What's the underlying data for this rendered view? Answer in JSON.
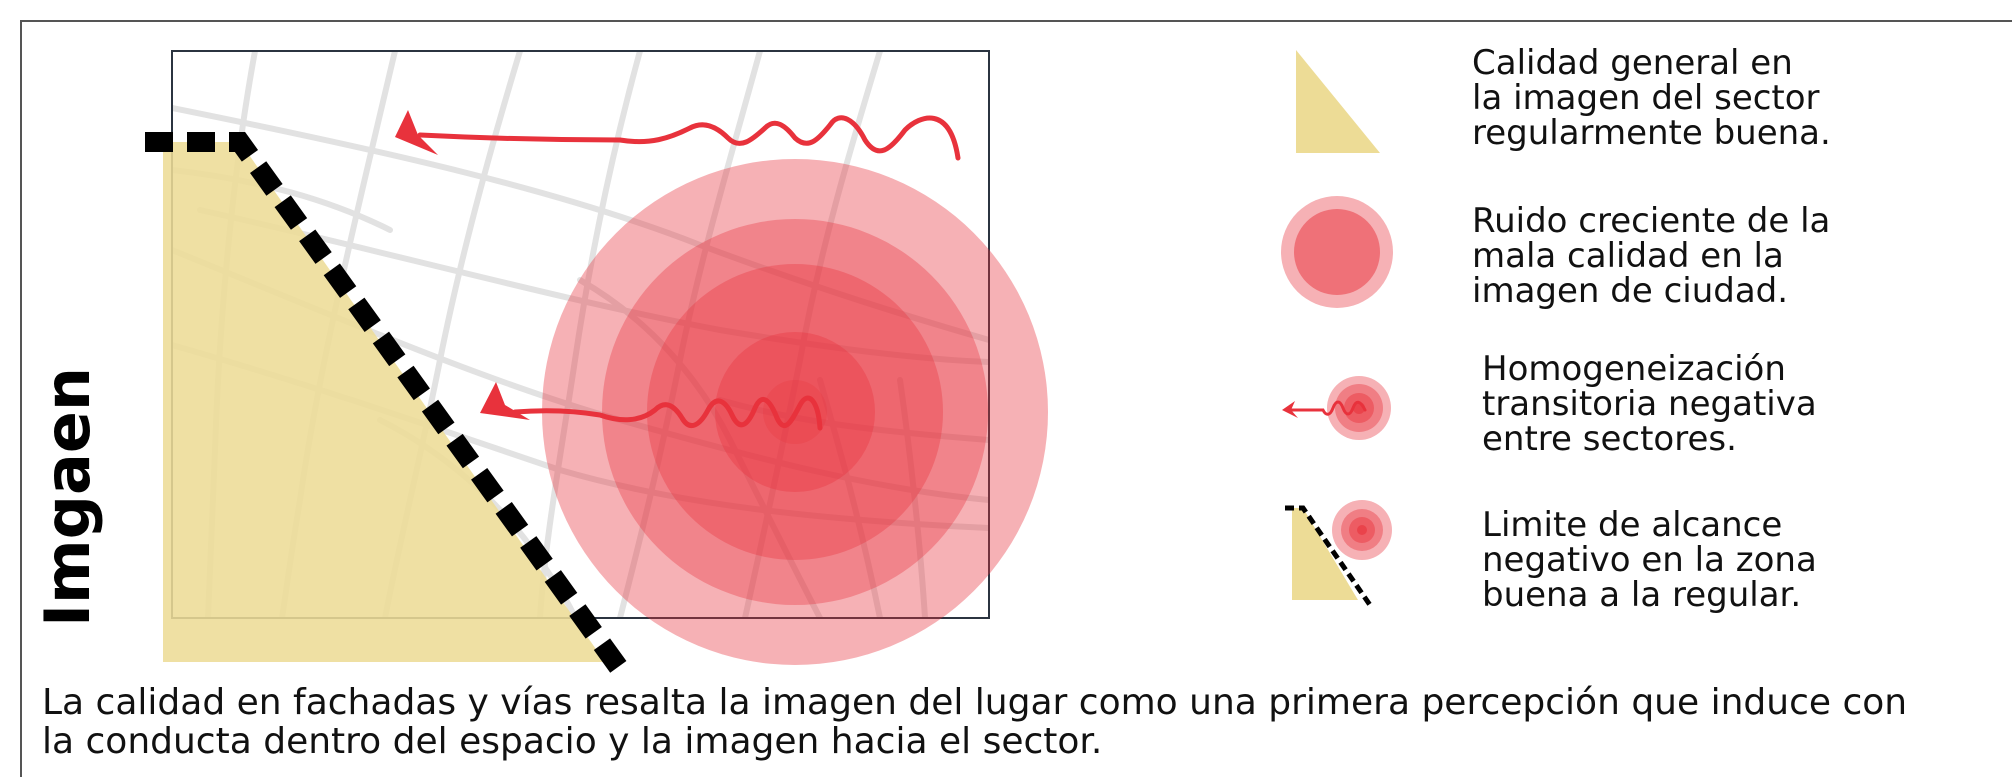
{
  "title": "Imgaen",
  "colors": {
    "good_zone_fill": "#eddc96",
    "noise_red": "#e8323c",
    "limit_line": "#000000",
    "street_lines": "#e2e2e2",
    "map_border": "#2b3440"
  },
  "legend": {
    "item1": {
      "icon": "yellow-triangle-icon",
      "line1": "Calidad general en",
      "line2": "la imagen del sector",
      "line3": "regularmente buena."
    },
    "item2": {
      "icon": "red-circle-icon",
      "line1": "Ruido creciente de la",
      "line2": "mala calidad en la",
      "line3": "imagen de ciudad."
    },
    "item3": {
      "icon": "wavy-arrow-icon",
      "line1": "Homogeneización",
      "line2": "transitoria negativa",
      "line3": "entre sectores."
    },
    "item4": {
      "icon": "dashed-limit-icon",
      "line1": "Limite de alcance",
      "line2": "negativo en la zona",
      "line3": "buena a la regular."
    }
  },
  "caption": {
    "line1": "La calidad en fachadas y vías resalta la imagen del lugar como una primera percepción que induce con",
    "line2": "la conducta dentro del espacio y la imagen hacia el sector."
  }
}
